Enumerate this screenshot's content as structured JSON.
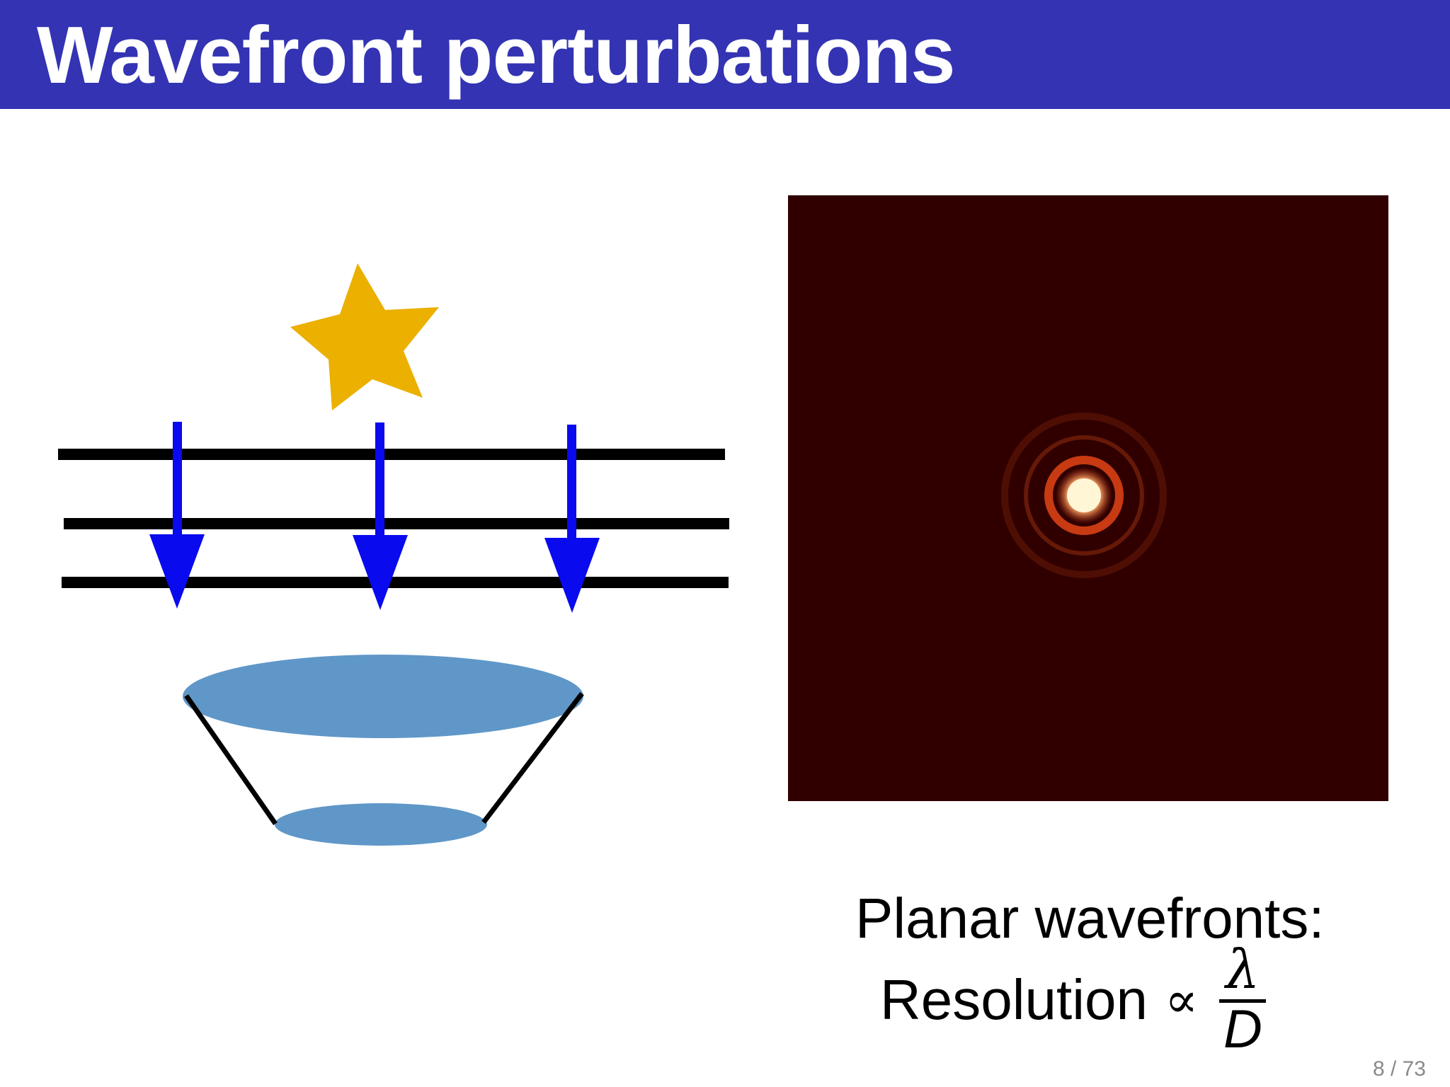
{
  "slide": {
    "title": "Wavefront perturbations",
    "page_number": "8 / 73"
  },
  "caption": {
    "line1": "Planar wavefronts:",
    "resolution_label": "Resolution",
    "proportional_symbol": "∝",
    "fraction_numerator": "λ",
    "fraction_denominator": "D"
  },
  "colors": {
    "title_bar": "#3333b3",
    "title_text": "#ffffff",
    "star": "#ebb000",
    "arrows": "#0a0aee",
    "wavefront_lines": "#000000",
    "telescope_lens": "#5f97c8",
    "psf_background": "#300000",
    "psf_core": "#fff6d6",
    "psf_ring": "#c73a12"
  },
  "icons": {
    "star": "star-icon",
    "arrow": "arrow-down-icon",
    "telescope": "telescope-icon"
  }
}
